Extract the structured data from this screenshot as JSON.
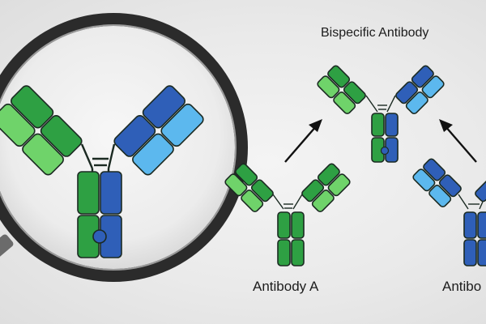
{
  "title": "Bispecific Antibody",
  "antibody_a_label": "Antibody A",
  "antibody_b_label": "Antibo",
  "colors": {
    "dark_green": "#2ea043",
    "light_green": "#6fd36a",
    "dark_blue": "#2f5fb8",
    "light_blue": "#5cb8ee",
    "outline": "#1b2a22",
    "arrow": "#111111"
  },
  "icons": [
    "magnifying-glass-icon",
    "antibody-icon",
    "arrow-icon"
  ]
}
